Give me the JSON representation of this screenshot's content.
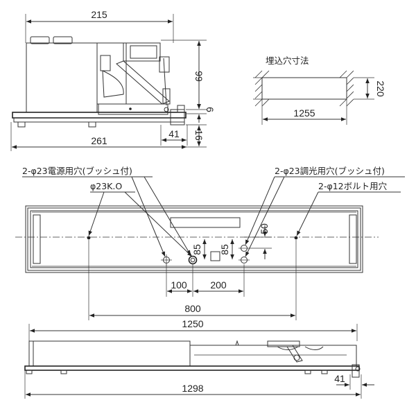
{
  "side_view": {
    "width_top": "215",
    "height_body": "99",
    "gap_small": "6",
    "height_bottom": "16",
    "offset_right": "41",
    "width_total": "261"
  },
  "cutout": {
    "title": "埋込穴寸法",
    "width": "1255",
    "height": "220"
  },
  "plan_view": {
    "callout_power": "2-φ23電源用穴(ブッシュ付)",
    "callout_knockout": "φ23K.O",
    "callout_dimmer": "2-φ23調光用穴(ブッシュ付)",
    "callout_bolt": "2-φ12ボルト用穴",
    "dim_50": "50",
    "dim_85_left": "85",
    "dim_85_right": "85",
    "dim_100": "100",
    "dim_200": "200",
    "dim_800": "800"
  },
  "front_view": {
    "width_top": "1250",
    "width_total": "1298",
    "offset_right": "41"
  }
}
